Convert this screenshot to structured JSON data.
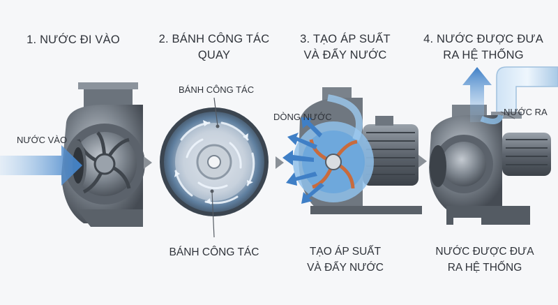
{
  "steps": [
    {
      "title_line1": "1. NƯỚC ĐI VÀO",
      "title_line2": ""
    },
    {
      "title_line1": "2. BÁNH CÔNG TÁC",
      "title_line2": "QUAY"
    },
    {
      "title_line1": "3. TẠO ÁP SUẤT",
      "title_line2": "VÀ ĐẨY NƯỚC"
    },
    {
      "title_line1": "4. NƯỚC ĐƯỢC ĐƯA",
      "title_line2": "RA HỆ THỐNG"
    }
  ],
  "labels": {
    "water_in": "NƯỚC VÀO",
    "impeller_top": "BÁNH CÔNG TÁC",
    "impeller_bottom": "BÁNH CÔNG TÁC",
    "water_flow": "DÒNG NƯỚC",
    "water_out": "NƯỚC RA",
    "pressure_line1": "TẠO ÁP SUẤT",
    "pressure_line2": "VÀ ĐẨY NƯỚC",
    "output_line1": "NƯỚC ĐƯỢC ĐƯA",
    "output_line2": "RA HỆ THỐNG"
  },
  "colors": {
    "water_blue": "#3f7fc6",
    "water_light": "#8fc0ea",
    "metal_dark": "#4f565f",
    "metal_mid": "#7d858e",
    "metal_light": "#b9c0c7",
    "step_arrow": "#8a9097"
  }
}
